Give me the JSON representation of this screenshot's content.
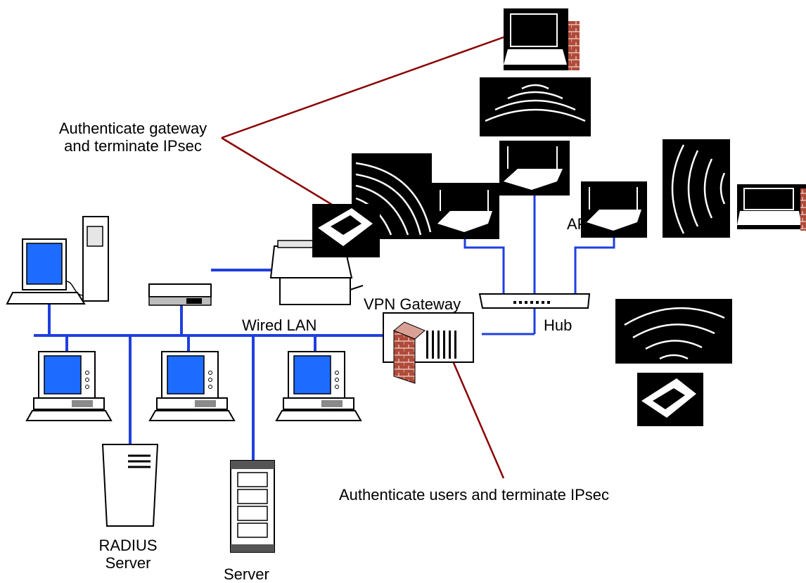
{
  "labels": {
    "auth_gateway": "Authenticate gateway\nand terminate IPsec",
    "vpn_gateway": "VPN Gateway",
    "wired_lan": "Wired LAN",
    "hub": "Hub",
    "ap": "AP",
    "auth_users": "Authenticate users and terminate IPsec",
    "radius": "RADIUS\nServer",
    "server": "Server"
  },
  "colors": {
    "lan": "#1f3fe0",
    "annotation": "#8b0000",
    "screen": "#1e6cff",
    "brick": "#b04a3a"
  }
}
